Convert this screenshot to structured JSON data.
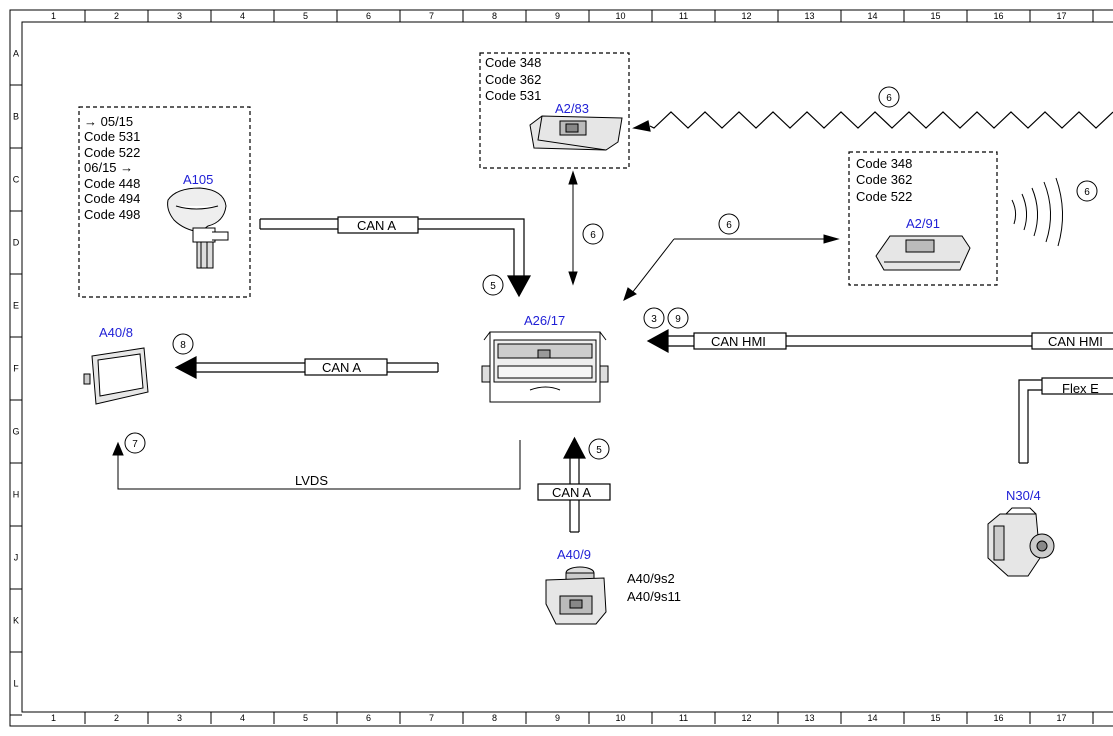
{
  "frame": {
    "columns": [
      "1",
      "2",
      "3",
      "4",
      "5",
      "6",
      "7",
      "8",
      "9",
      "10",
      "11",
      "12",
      "13",
      "14",
      "15",
      "16",
      "17"
    ],
    "rows": [
      "A",
      "B",
      "C",
      "D",
      "E",
      "F",
      "G",
      "H",
      "J",
      "K",
      "L"
    ]
  },
  "components": {
    "a105": {
      "label": "A105",
      "codes": [
        "→ 05/15",
        "Code 531",
        "Code 522",
        "06/15 →",
        "Code 448",
        "Code 494",
        "Code 498"
      ]
    },
    "a2_83": {
      "label": "A2/83",
      "codes": [
        "Code 348",
        "Code 362",
        "Code 531"
      ]
    },
    "a2_91": {
      "label": "A2/91",
      "codes": [
        "Code 348",
        "Code 362",
        "Code 522"
      ]
    },
    "a26_17": {
      "label": "A26/17"
    },
    "a40_8": {
      "label": "A40/8"
    },
    "a40_9": {
      "label": "A40/9",
      "switches": [
        "A40/9s2",
        "A40/9s11"
      ]
    },
    "n30_4": {
      "label": "N30/4"
    }
  },
  "buses": {
    "can_a_top": "CAN A",
    "can_a_left": "CAN A",
    "can_a_bottom": "CAN A",
    "can_hmi_1": "CAN HMI",
    "can_hmi_2": "CAN HMI",
    "flex_e": "Flex E",
    "lvds": "LVDS"
  },
  "markers": {
    "m6_top": "6",
    "m6_right": "6",
    "m6_vert": "6",
    "m6_mid": "6",
    "m5_top": "5",
    "m5_bottom": "5",
    "m3": "3",
    "m9": "9",
    "m8": "8",
    "m7": "7"
  }
}
